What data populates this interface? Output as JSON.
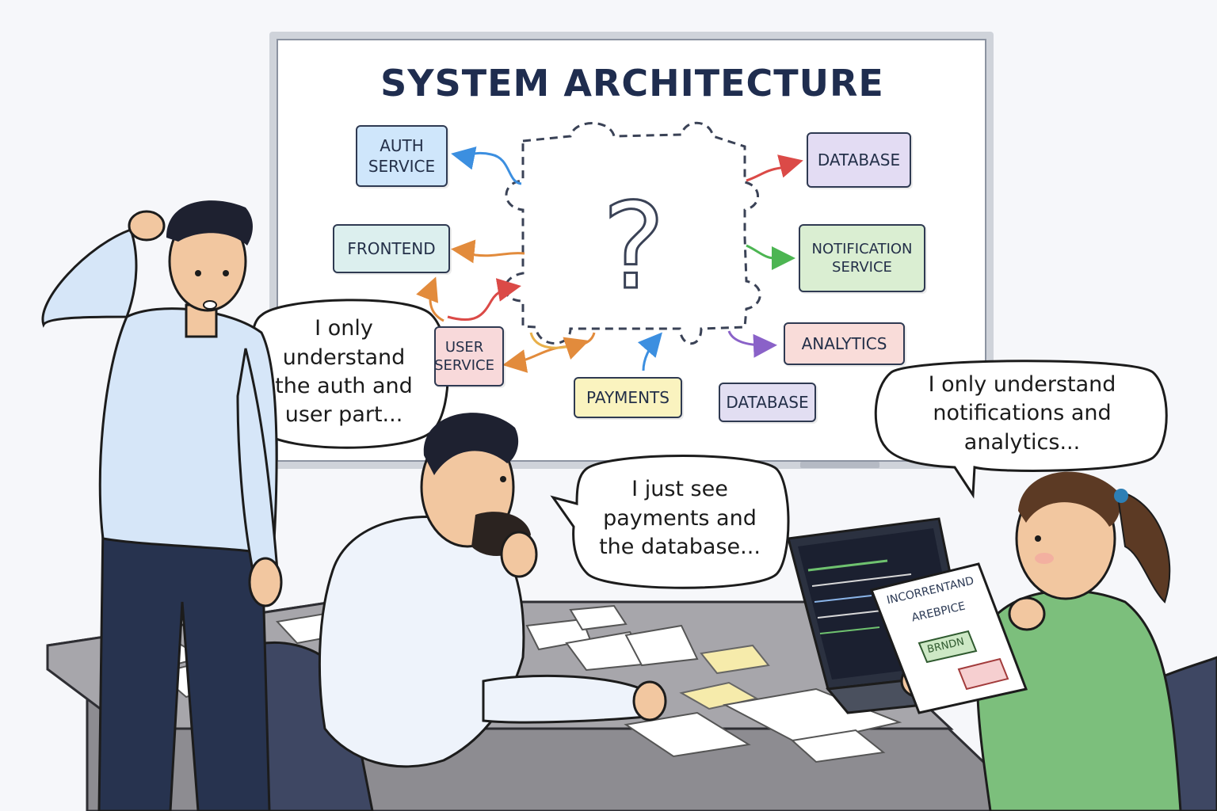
{
  "board": {
    "title": "SYSTEM ARCHITECTURE",
    "center_mark": "?"
  },
  "nodes": {
    "auth": "AUTH SERVICE",
    "frontend": "FRONTEND",
    "user": "USER SERVICE",
    "payments": "PAYMENTS",
    "database_right": "DATABASE",
    "notification": "NOTIFICATION SERVICE",
    "analytics": "ANALYTICS",
    "database_bottom": "DATABASE"
  },
  "bubbles": {
    "left": "I only understand the auth and user part...",
    "middle": "I just see payments and the database...",
    "right": "I only understand notifications and analytics..."
  },
  "document": {
    "line1": "INCORRENTAND",
    "line2": "AREBPICE",
    "badge": "BRNDN"
  },
  "colors": {
    "auth": "#cfe6fb",
    "frontend": "#dcefee",
    "user": "#f8d9da",
    "payments": "#faf3bf",
    "database_right": "#e3dcf3",
    "notification": "#daeed2",
    "analytics": "#f9dcd9",
    "database_bottom": "#e2def2",
    "arrow_blue": "#3c8fe0",
    "arrow_orange": "#e28b3c",
    "arrow_red": "#db4a47",
    "arrow_green": "#4cb552",
    "arrow_purple": "#8a62c8"
  }
}
